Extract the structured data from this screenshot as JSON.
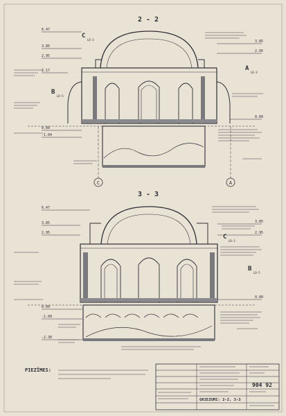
{
  "sections": [
    {
      "title": "2 - 2",
      "levels_left": [
        "6.47",
        "3.85",
        "2.95",
        "2.17",
        "0.00",
        "-1.04"
      ],
      "levels_right": [
        "3.85",
        "2.95",
        "0.00"
      ],
      "callouts": [
        "C",
        "B",
        "A"
      ],
      "callout_refs": [
        "LD-3",
        "LD-5",
        "LD-3"
      ],
      "axes": [
        "C",
        "A"
      ]
    },
    {
      "title": "3 - 3",
      "levels_left": [
        "6.47",
        "3.85",
        "2.95",
        "0.00",
        "-1.09",
        "-2.30"
      ],
      "levels_right": [
        "3.85",
        "2.95",
        "0.00"
      ],
      "callouts": [
        "C",
        "B"
      ],
      "callout_refs": [
        "LD-3",
        "LD-5"
      ],
      "axes": []
    }
  ],
  "notes": {
    "label": "PIEZĪMES:",
    "line_count": 3
  },
  "title_block": {
    "sheet_number": "904 92",
    "subtitle": "GRIEZUMI: 2-2, 3-3"
  },
  "palette": {
    "paper": "#e9e3d6",
    "ink": "#2d2d35",
    "fill": "#7a7a7e"
  }
}
